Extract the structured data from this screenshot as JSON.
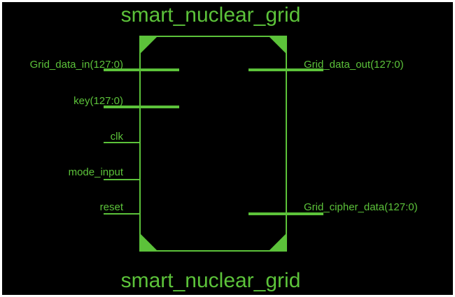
{
  "diagram": {
    "top_title": "smart_nuclear_grid",
    "bottom_title": "smart_nuclear_grid",
    "colors": {
      "background": "#000000",
      "frame": "#ffffff",
      "wire": "#5cc23a",
      "text": "#5cc23a"
    },
    "inputs": [
      {
        "label": "Grid_data_in(127:0)",
        "bus": true
      },
      {
        "label": "key(127:0)",
        "bus": true
      },
      {
        "label": "clk",
        "bus": false
      },
      {
        "label": "mode_input",
        "bus": false
      },
      {
        "label": "reset",
        "bus": false
      }
    ],
    "outputs": [
      {
        "label": "Grid_data_out(127:0)",
        "bus": true
      },
      {
        "label": "Grid_cipher_data(127:0)",
        "bus": true
      }
    ]
  }
}
